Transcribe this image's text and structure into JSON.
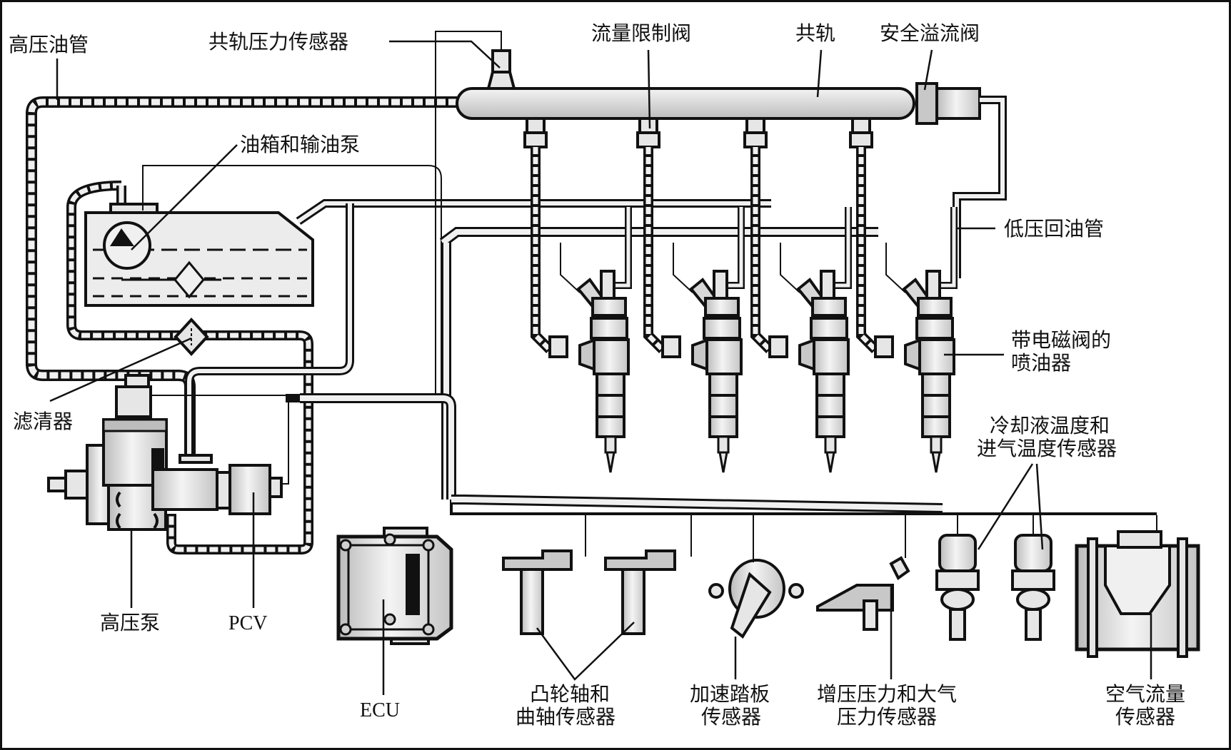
{
  "title": "共轨柴油喷射系统组成示意图",
  "labels": {
    "high_pressure_line": "高压油管",
    "rail_pressure_sensor": "共轨压力传感器",
    "flow_limiter": "流量限制阀",
    "common_rail": "共轨",
    "pressure_relief_valve": "安全溢流阀",
    "tank_and_feed_pump": "油箱和输油泵",
    "low_pressure_return": "低压回油管",
    "injector_line1": "带电磁阀的",
    "injector_line2": "喷油器",
    "filter": "滤清器",
    "coolant_sensor_line1": "冷却液温度和",
    "coolant_sensor_line2": "进气温度传感器",
    "high_pressure_pump": "高压泵",
    "pcv": "PCV",
    "ecu": "ECU",
    "cam_crank_line1": "凸轮轴和",
    "cam_crank_line2": "曲轴传感器",
    "accel_pedal_line1": "加速踏板",
    "accel_pedal_line2": "传感器",
    "boost_pressure_line1": "增压压力和大气",
    "boost_pressure_line2": "压力传感器",
    "air_flow_line1": "空气流量",
    "air_flow_line2": "传感器"
  },
  "components": {
    "injector_count": 4,
    "injectors": [
      "injector-1",
      "injector-2",
      "injector-3",
      "injector-4"
    ]
  },
  "colors": {
    "line": "#111111",
    "part_fill": "#e6e6e6",
    "part_dark": "#c8c8c8",
    "background": "#ffffff"
  }
}
